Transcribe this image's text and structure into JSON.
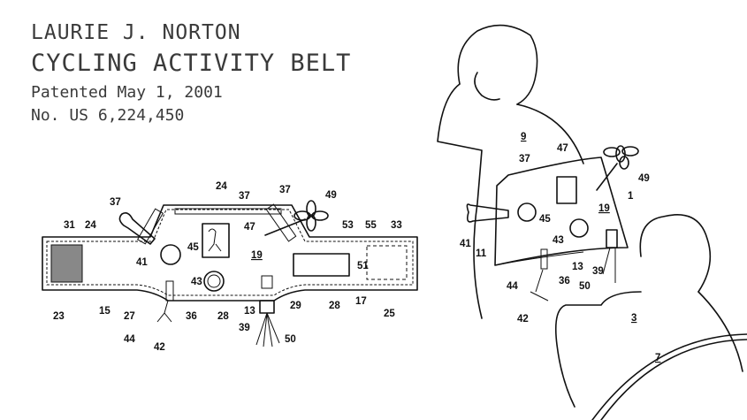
{
  "header": {
    "inventor": "LAURIE J. NORTON",
    "title": "CYCLING ACTIVITY BELT",
    "patented": "Patented May 1, 2001",
    "patent_number": "No. US 6,224,450"
  },
  "figure_belt": {
    "labels": [
      "24",
      "37",
      "37",
      "37",
      "49",
      "31",
      "24",
      "53",
      "55",
      "33",
      "45",
      "47",
      "19",
      "41",
      "51",
      "43",
      "23",
      "15",
      "27",
      "36",
      "28",
      "13",
      "29",
      "28",
      "17",
      "25",
      "39",
      "50",
      "44",
      "42"
    ]
  },
  "figure_rider": {
    "labels": [
      "9",
      "47",
      "37",
      "49",
      "1",
      "19",
      "45",
      "41",
      "43",
      "11",
      "13",
      "39",
      "36",
      "50",
      "44",
      "42",
      "3",
      "7"
    ]
  }
}
